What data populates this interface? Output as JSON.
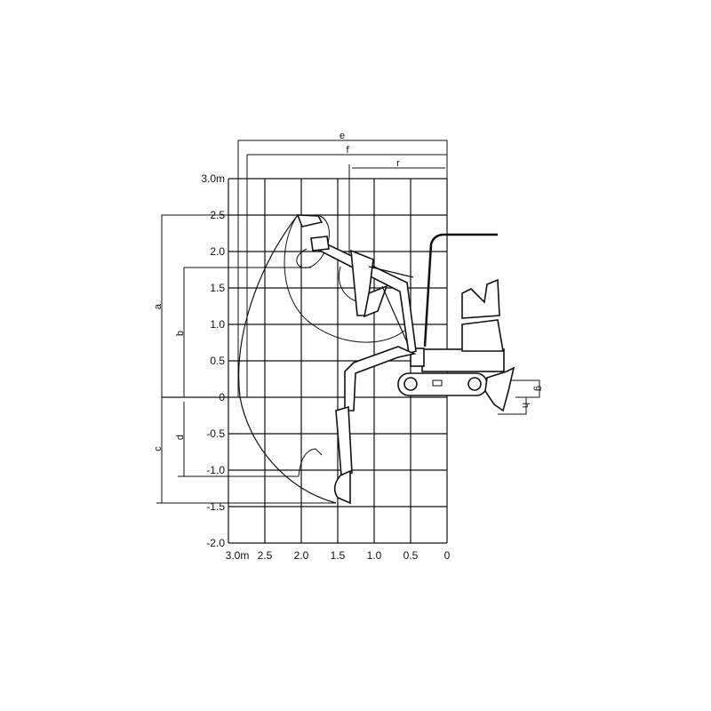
{
  "diagram": {
    "x_ticks": [
      "3.0m",
      "2.5",
      "2.0",
      "1.5",
      "1.0",
      "0.5",
      "0"
    ],
    "y_ticks": [
      "3.0m",
      "2.5",
      "2.0",
      "1.5",
      "1.0",
      "0.5",
      "0",
      "-0.5",
      "-1.0",
      "-1.5",
      "-2.0"
    ],
    "dimensions": {
      "a": "a",
      "b": "b",
      "c": "c",
      "d": "d",
      "e": "e",
      "f": "f",
      "r": "r",
      "g": "g",
      "h": "h"
    },
    "line_color": "#111111"
  }
}
